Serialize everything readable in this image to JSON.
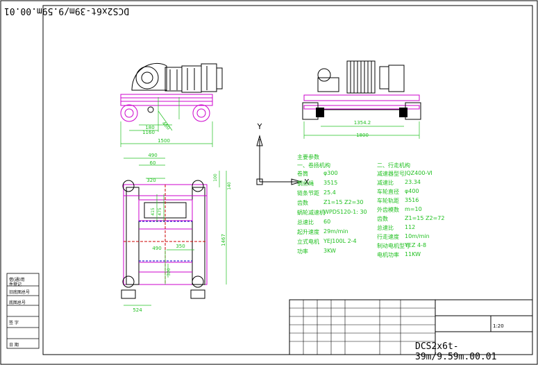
{
  "drawing": {
    "number_top_rotated": "DCS2x6t-39m/9.59m.00.01",
    "number_bottom": "DCS2x6t-39m/9.59m.00.01",
    "scale": "1:20"
  },
  "dimensions": {
    "side": [
      "180",
      "1160",
      "1500",
      "460"
    ],
    "end": [
      "1354.2",
      "1800"
    ],
    "plan": [
      "490",
      "60",
      "320",
      "415",
      "475",
      "490",
      "350",
      "320",
      "1467",
      "100",
      "140",
      "524"
    ]
  },
  "axis": {
    "y": "Y",
    "x": "X"
  },
  "specs": {
    "title": "主要参数",
    "left_heading": "一、卷扬机构",
    "left": [
      {
        "k": "卷筒",
        "v": "φ300"
      },
      {
        "k": "钢丝绳",
        "v": "3515"
      },
      {
        "k": "链条节距",
        "v": "25.4"
      },
      {
        "k": "齿数",
        "v": "Z1=15   Z2=30"
      },
      {
        "k": "蜗轮减速机",
        "v": "WPDS120-1: 30"
      },
      {
        "k": "总速比",
        "v": "60"
      },
      {
        "k": "起升速度",
        "v": "29m/min"
      },
      {
        "k": "立式电机",
        "v": "YEJ100L 2-4"
      },
      {
        "k": "功率",
        "v": "3KW"
      }
    ],
    "right_heading": "二、行走机构",
    "right": [
      {
        "k": "减速器型号",
        "v": "JQZ400-Ⅵ"
      },
      {
        "k": "减速比",
        "v": "23.34"
      },
      {
        "k": "车轮直径",
        "v": "φ400"
      },
      {
        "k": "车轮轨距",
        "v": "3516"
      },
      {
        "k": "外齿模数",
        "v": "m=10"
      },
      {
        "k": "齿数",
        "v": "Z1=15   Z2=72"
      },
      {
        "k": "总速比",
        "v": "112"
      },
      {
        "k": "行走速度",
        "v": "10m/min"
      },
      {
        "k": "制动电机型号",
        "v": "YEZ 4-8"
      },
      {
        "k": "电机功率",
        "v": "11KW"
      }
    ]
  },
  "left_table": [
    "借(通)用",
    "件登记",
    "旧底图总号",
    "底图总号",
    "签  字",
    "日  期"
  ]
}
